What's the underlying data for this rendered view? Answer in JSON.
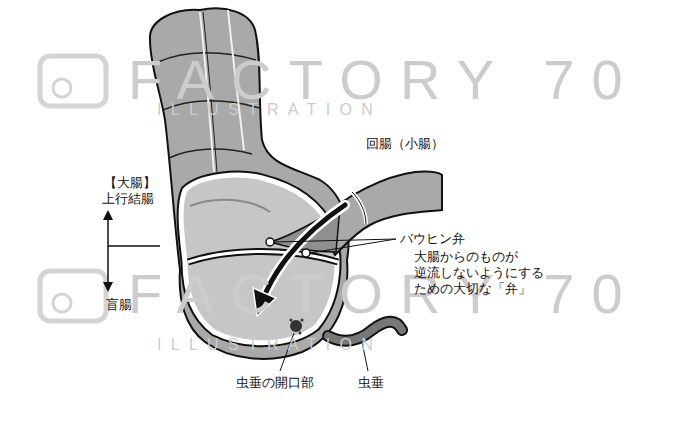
{
  "diagram": {
    "labels": [
      "FACTORY 70",
      "ILLUSTRATION",
      "FACTORY 70",
      "ILLUSTRATION",
      "回腸（小腸）",
      "【大腸】",
      "上行結腸",
      "盲腸",
      "バウヒン弁",
      "大腸からのものが 逆流しないようにする ための大切な「弁」",
      "虫垂の開口部",
      "虫垂"
    ]
  }
}
